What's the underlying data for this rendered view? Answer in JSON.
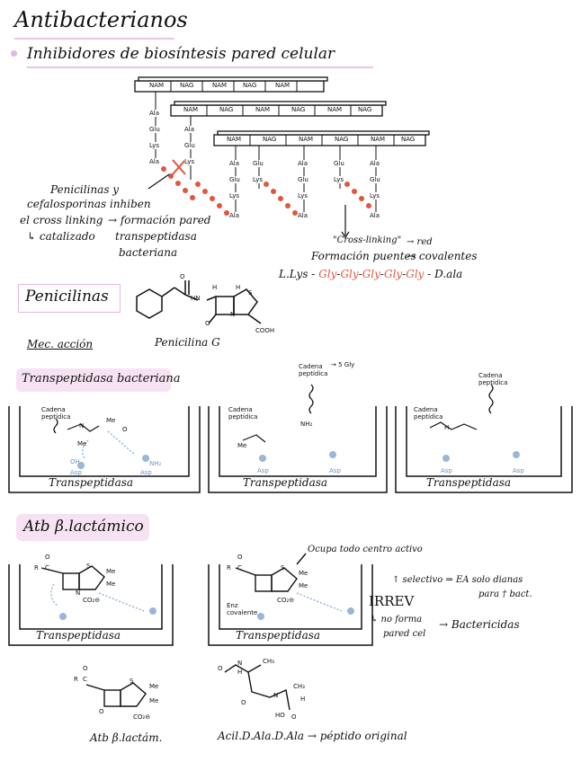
{
  "title": "Antibacterianos",
  "subtitle": "Inhibidores de biosíntesis pared celular",
  "peptidoglycan": {
    "nam": "NAM",
    "nag": "NAG",
    "ala": "Ala",
    "glu": "Glu",
    "lys": "Lys",
    "annot_left": [
      "Penicilinas y",
      "cefalosporinas inhiben",
      "el cross linking",
      "→ formación pared",
      "↳ catalizado",
      "transpeptidasa",
      "bacteriana"
    ],
    "annot_right": [
      "\"Cross-linking\"",
      "→ red",
      "Formación puentes",
      "→ covalentes"
    ],
    "chain": {
      "start": "L.Lys -",
      "gly": "Gly",
      "end": "- D.ala"
    }
  },
  "penicilinas": {
    "heading": "Penicilinas",
    "compound": "Penicilina G",
    "atoms": {
      "hn": "HN",
      "h": "H",
      "s": "S",
      "n": "N",
      "o": "O",
      "cooh": "COOH"
    }
  },
  "mecanismo": "Mec. acción",
  "transpeptidasa": {
    "heading": "Transpeptidasa bacteriana",
    "enzyme": "Transpeptidasa",
    "cadena": "Cadena peptídica",
    "gly_annot": "→ 5 Gly",
    "atoms": {
      "n": "N",
      "h": "H",
      "me": "Me",
      "o": "O",
      "oh": "OH",
      "nh": "NH₂",
      "asp": "Asp"
    }
  },
  "betalactamico": {
    "heading": "Atb β.lactámico",
    "enzyme": "Transpeptidasa",
    "ocupa": "Ocupa todo centro activo",
    "enzcoval": "Enz covalente",
    "notes": [
      "↑ selectivo ⇒ EA solo dianas",
      "para † bact.",
      "IRREV",
      "↳ no forma",
      "pared cel",
      "→ Bactericidas"
    ],
    "atoms": {
      "r": "R",
      "c": "C",
      "h": "H",
      "s": "S",
      "me": "Me",
      "n": "N",
      "o": "O",
      "coo": "CO₂⊖"
    }
  },
  "bottom": {
    "label1": "Atb β.lactám.",
    "label2": "Acil.D.Ala.D.Ala → péptido original",
    "atoms": {
      "n": "N",
      "h": "H",
      "ch3": "CH₃",
      "ho": "HO",
      "o": "O",
      "r": "R",
      "c": "C",
      "s": "S",
      "me": "Me",
      "coo": "CO₂⊖"
    }
  },
  "colors": {
    "pink": "#f6e2f2",
    "red": "#e2553f",
    "blue": "#9ab6d8",
    "ink": "#111111"
  }
}
